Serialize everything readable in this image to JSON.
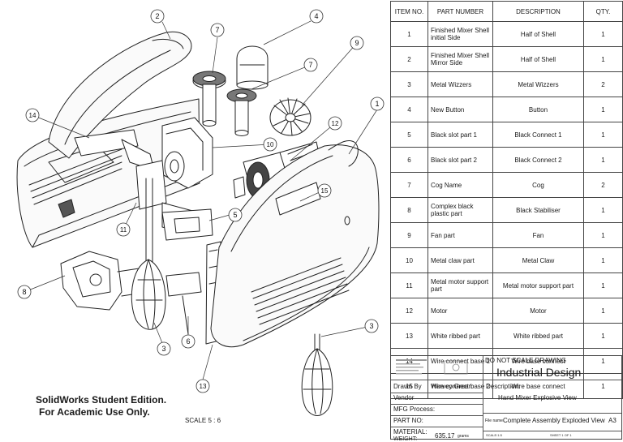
{
  "bom": {
    "headers": [
      "ITEM NO.",
      "PART NUMBER",
      "DESCRIPTION",
      "QTY."
    ],
    "rows": [
      [
        "1",
        "Finished Mixer Shell initial Side",
        "Half of Shell",
        "1"
      ],
      [
        "2",
        "Finished Mixer Shell Mirror Side",
        "Half of Shell",
        "1"
      ],
      [
        "3",
        "Metal Wizzers",
        "Metal Wizzers",
        "2"
      ],
      [
        "4",
        "New Button",
        "Button",
        "1"
      ],
      [
        "5",
        "Black slot part 1",
        "Black Connect 1",
        "1"
      ],
      [
        "6",
        "Black slot part 2",
        "Black Connect 2",
        "1"
      ],
      [
        "7",
        "Cog Name",
        "Cog",
        "2"
      ],
      [
        "8",
        "Complex black plastic part",
        "Black Stabiliser",
        "1"
      ],
      [
        "9",
        "Fan part",
        "Fan",
        "1"
      ],
      [
        "10",
        "Metal claw part",
        "Metal Claw",
        "1"
      ],
      [
        "11",
        "Metal motor support part",
        "Metal motor support part",
        "1"
      ],
      [
        "12",
        "Motor",
        "Motor",
        "1"
      ],
      [
        "13",
        "White ribbed part",
        "White ribbed part",
        "1"
      ],
      [
        "14",
        "Wire connect base 1",
        "Wire base connect",
        "1"
      ],
      [
        "15",
        "Wire connect base 2",
        "Wire base connect",
        "1"
      ]
    ]
  },
  "title_block": {
    "do_not_scale": "DO NOT SCALE DRAWING",
    "company": "Industrial Design",
    "drawn_by_label": "Drawn By",
    "drawn_by": "Harvey Green",
    "vendor_label": "Vendor",
    "mfg_label": "MFG Process:",
    "part_no_label": "PART NO:",
    "material_label": "MATERIAL:",
    "weight_label": "WEIGHT:",
    "weight_value": "635.17",
    "weight_unit": "grams",
    "description_label": "Description:",
    "description": "Hand Mixer Explosive View",
    "file_name_label": "File name:",
    "file_name": "Complete Assembly Exploded View",
    "size": "A3",
    "scale_label": "SCALE:1:5",
    "sheet": "SHEET 1 OF 1"
  },
  "watermark": {
    "line1": "SolidWorks Student Edition.",
    "line2": "For Academic Use Only."
  },
  "scale_note": "SCALE 5 : 6",
  "balloons": [
    "1",
    "2",
    "3",
    "3",
    "4",
    "5",
    "6",
    "7",
    "7",
    "8",
    "9",
    "10",
    "11",
    "12",
    "13",
    "14",
    "15"
  ]
}
